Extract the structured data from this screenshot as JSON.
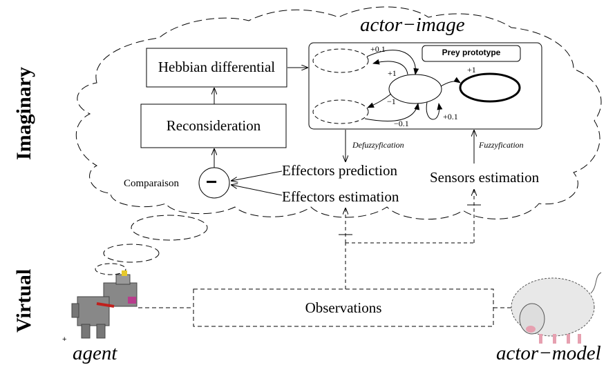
{
  "side_labels": {
    "imaginary": "Imaginary",
    "virtual": "Virtual"
  },
  "cloud_title": "actor−image",
  "boxes": {
    "hebbian": "Hebbian differential",
    "reconsideration": "Reconsideration",
    "observations": "Observations",
    "prey_prototype": "Prey prototype"
  },
  "labels": {
    "comparaison": "Comparaison",
    "minus_sign": "−",
    "effectors_prediction": "Effectors prediction",
    "effectors_estimation": "Effectors estimation",
    "sensors_estimation": "Sensors estimation",
    "defuzzyfication": "Defuzzyfication",
    "fuzzyfication": "Fuzzyfication",
    "agent": "agent",
    "actor_model": "actor−model"
  },
  "weights": {
    "w_top": "+0.1",
    "w_plus1_a": "+1",
    "w_plus1_b": "+1",
    "w_minus1": "−1",
    "w_minus01": "−0.1",
    "w_self": "+0.1"
  }
}
